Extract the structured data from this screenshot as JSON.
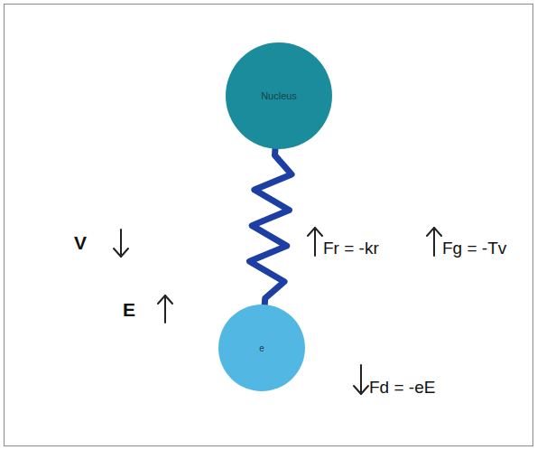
{
  "diagram": {
    "nodes": [
      {
        "text": [
          "Nucleus"
        ]
      },
      {
        "text": [
          "e"
        ]
      }
    ],
    "edges": [
      {
        "from": 0,
        "to": 1,
        "arrow": "none"
      }
    ],
    "labels": [
      "V",
      "E",
      "Fr = -kr",
      "Fg = -Tv",
      "Fd = -eE"
    ]
  }
}
